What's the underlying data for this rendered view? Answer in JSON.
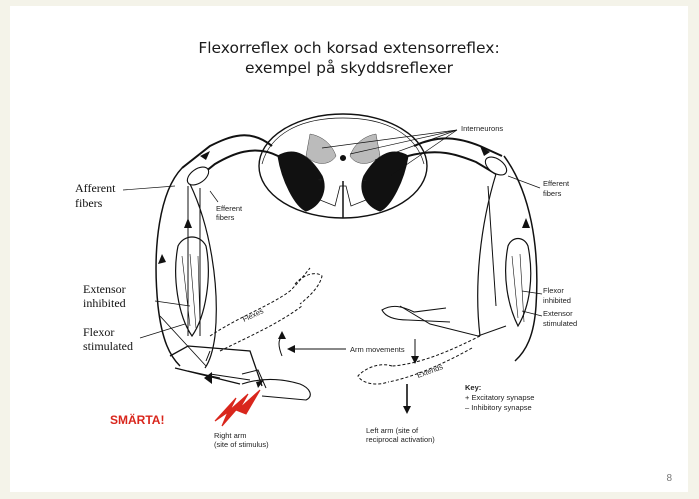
{
  "slide": {
    "title_line1": "Flexorreflex och korsad extensorreflex:",
    "title_line2": "exempel på skyddsreflexer",
    "page_number": "8"
  },
  "labels": {
    "interneurons": "Interneurons",
    "afferent_1": "Afferent",
    "afferent_2": "fibers",
    "efferent_left_1": "Efferent",
    "efferent_left_2": "fibers",
    "efferent_right_1": "Efferent",
    "efferent_right_2": "fibers",
    "extensor_inhibited_1": "Extensor",
    "extensor_inhibited_2": "inhibited",
    "flexor_stimulated_1": "Flexor",
    "flexor_stimulated_2": "stimulated",
    "flexor_inhibited_1": "Flexor",
    "flexor_inhibited_2": "inhibited",
    "extensor_stimulated_1": "Extensor",
    "extensor_stimulated_2": "stimulated",
    "flexes": "Flexes",
    "extends": "Extends",
    "arm_movements": "Arm movements",
    "key_title": "Key:",
    "key_excitatory": "+ Excitatory synapse",
    "key_inhibitory": "– Inhibitory synapse",
    "right_arm_1": "Right arm",
    "right_arm_2": "(site of stimulus)",
    "left_arm_1": "Left arm (site of",
    "left_arm_2": "reciprocal activation)",
    "pain": "SMÄRTA!",
    "cord_plus": "+",
    "cord_minus": "–"
  },
  "colors": {
    "pain_red": "#d9261c",
    "background": "#f4f3e9"
  }
}
